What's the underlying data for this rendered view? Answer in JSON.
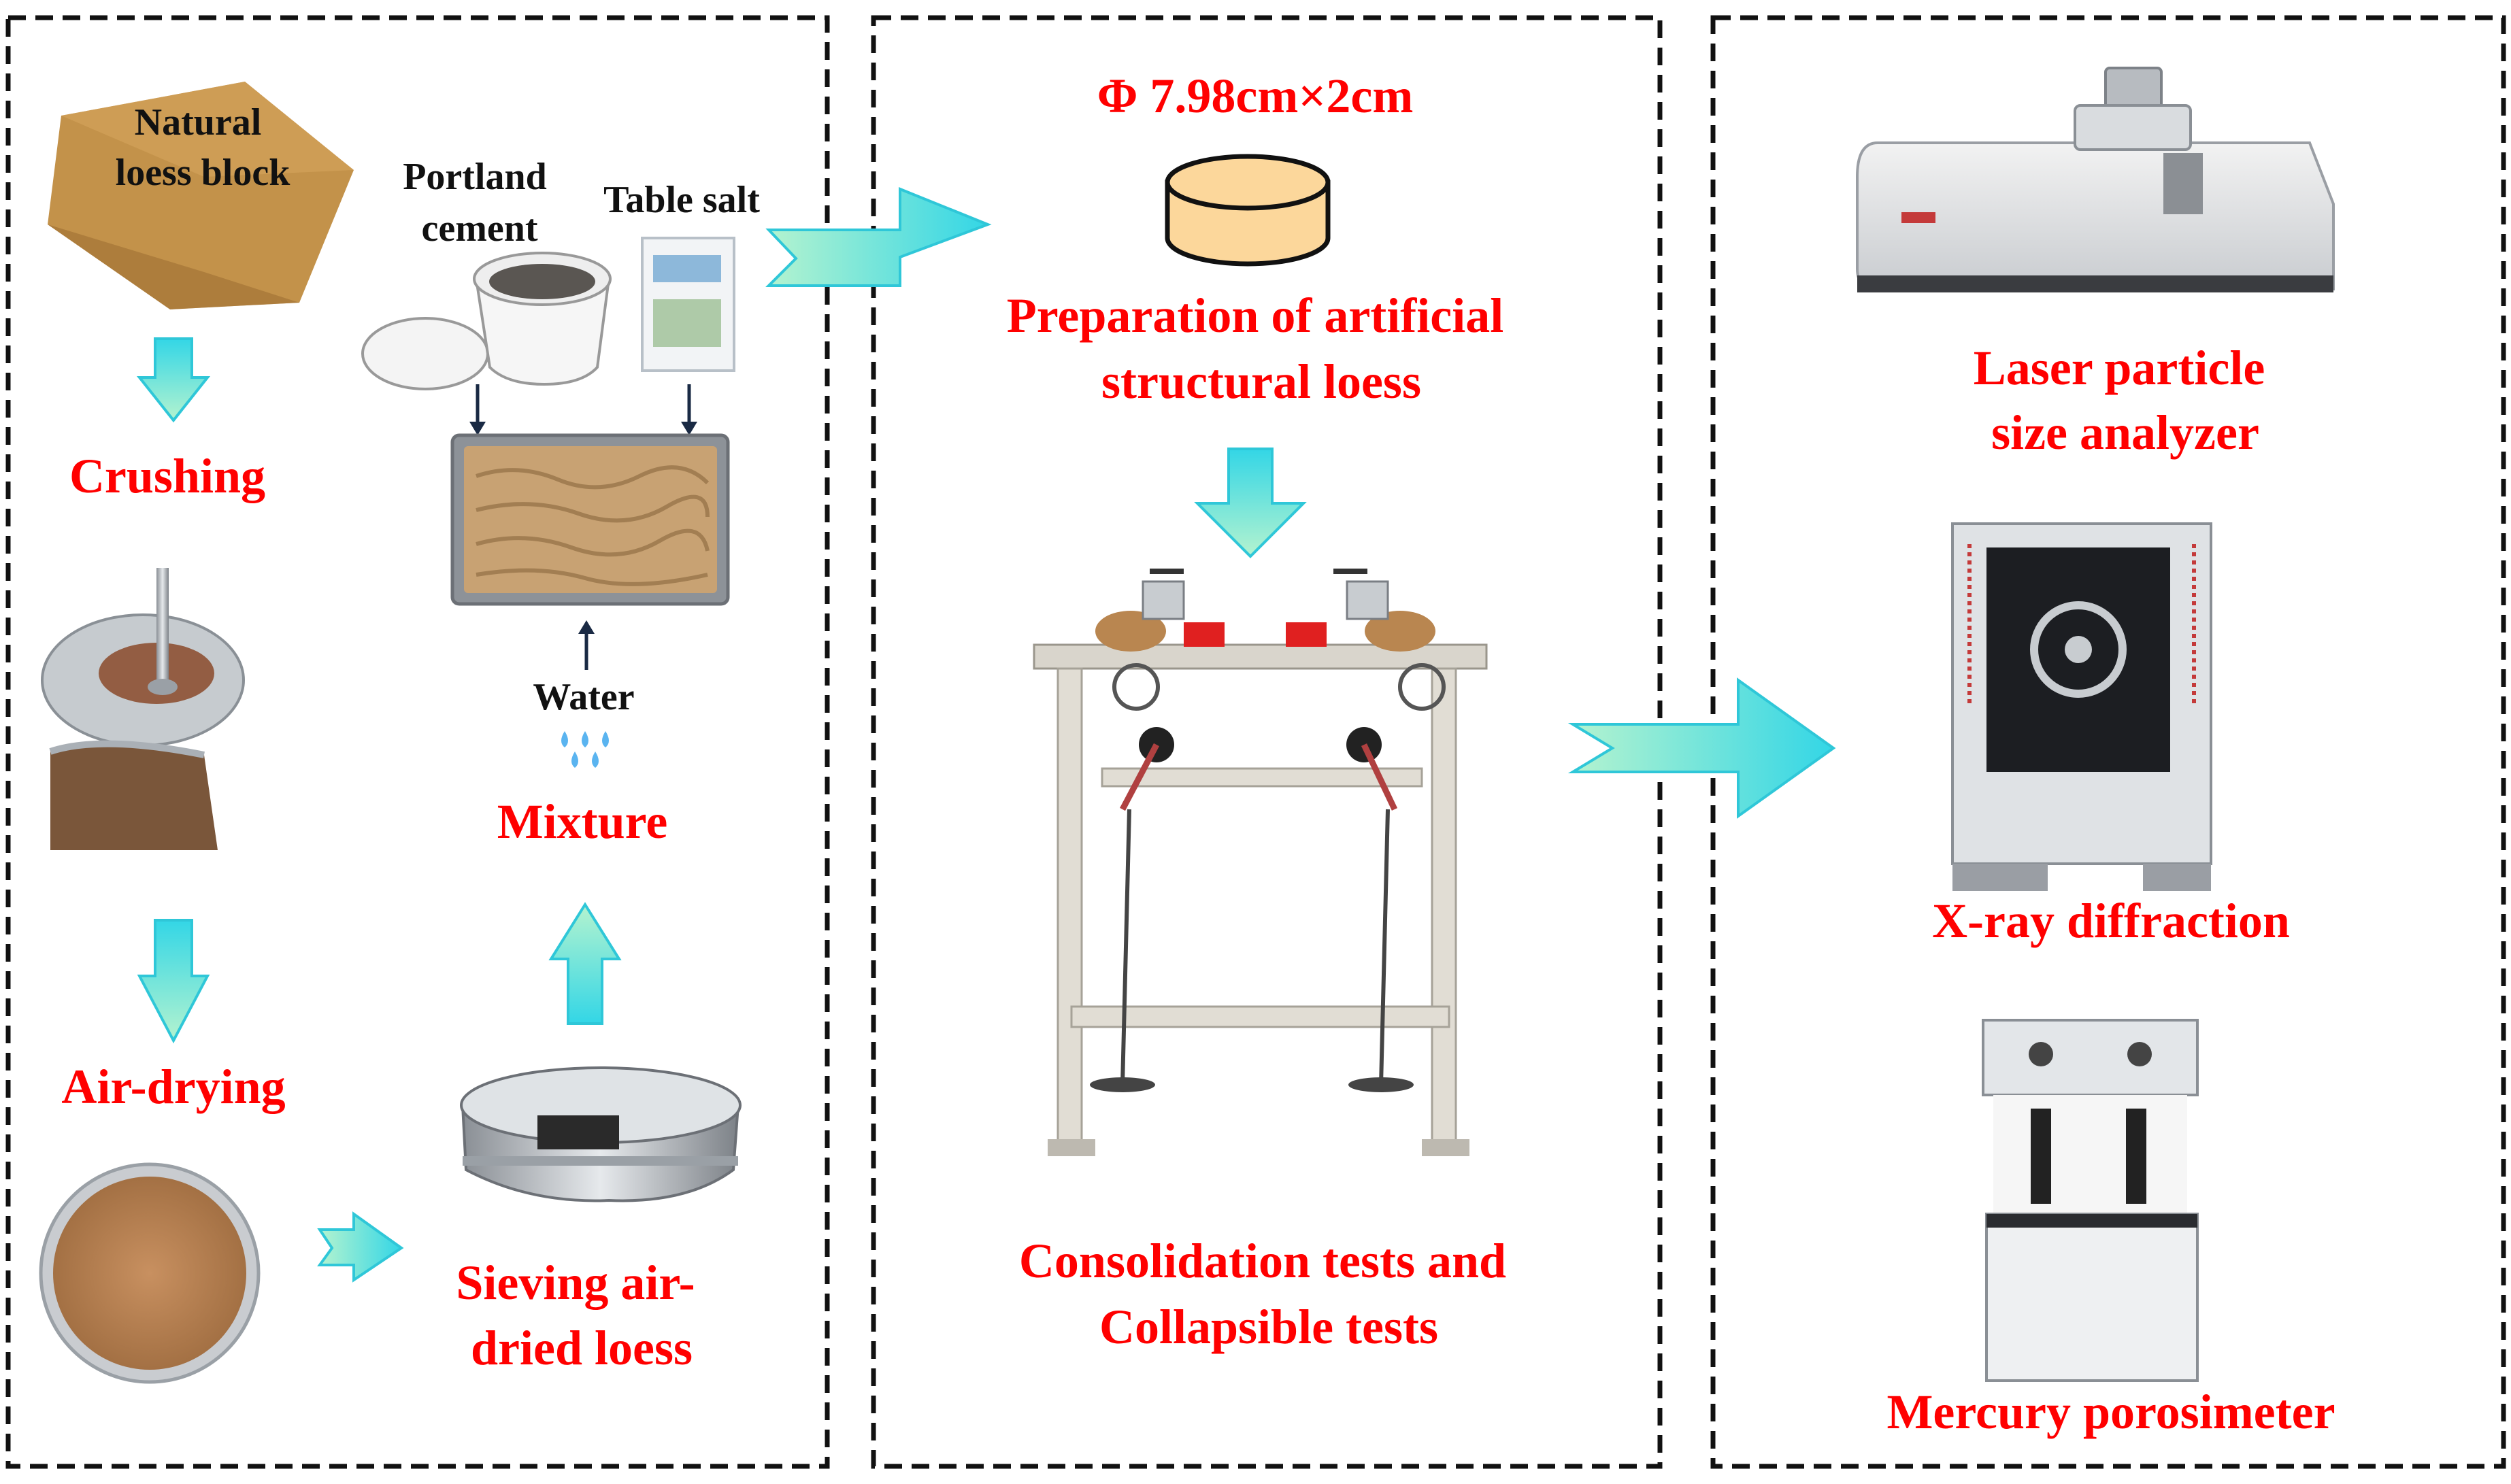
{
  "panel1": {
    "natural_loess_block": [
      "Natural",
      "loess block"
    ],
    "portland_cement": [
      "Portland",
      "cement"
    ],
    "table_salt": "Table salt",
    "crushing": "Crushing",
    "air_drying": "Air-drying",
    "water": "Water",
    "mixture": "Mixture",
    "sieving": [
      "Sieving air-",
      "dried loess"
    ]
  },
  "panel2": {
    "sample_size": "Φ 7.98cm×2cm",
    "preparation": [
      "Preparation of artificial",
      "structural loess"
    ],
    "consolidation": [
      "Consolidation tests and",
      "Collapsible tests"
    ]
  },
  "panel3": {
    "laser": [
      "Laser particle",
      "size analyzer"
    ],
    "xrd": "X-ray diffraction",
    "mercury": "Mercury porosimeter"
  },
  "colors": {
    "label_red": "#ff0000",
    "arrow_cyan": "#33d6e6",
    "arrow_green": "#a8f0c8",
    "cylinder_fill": "#fcd79b"
  }
}
